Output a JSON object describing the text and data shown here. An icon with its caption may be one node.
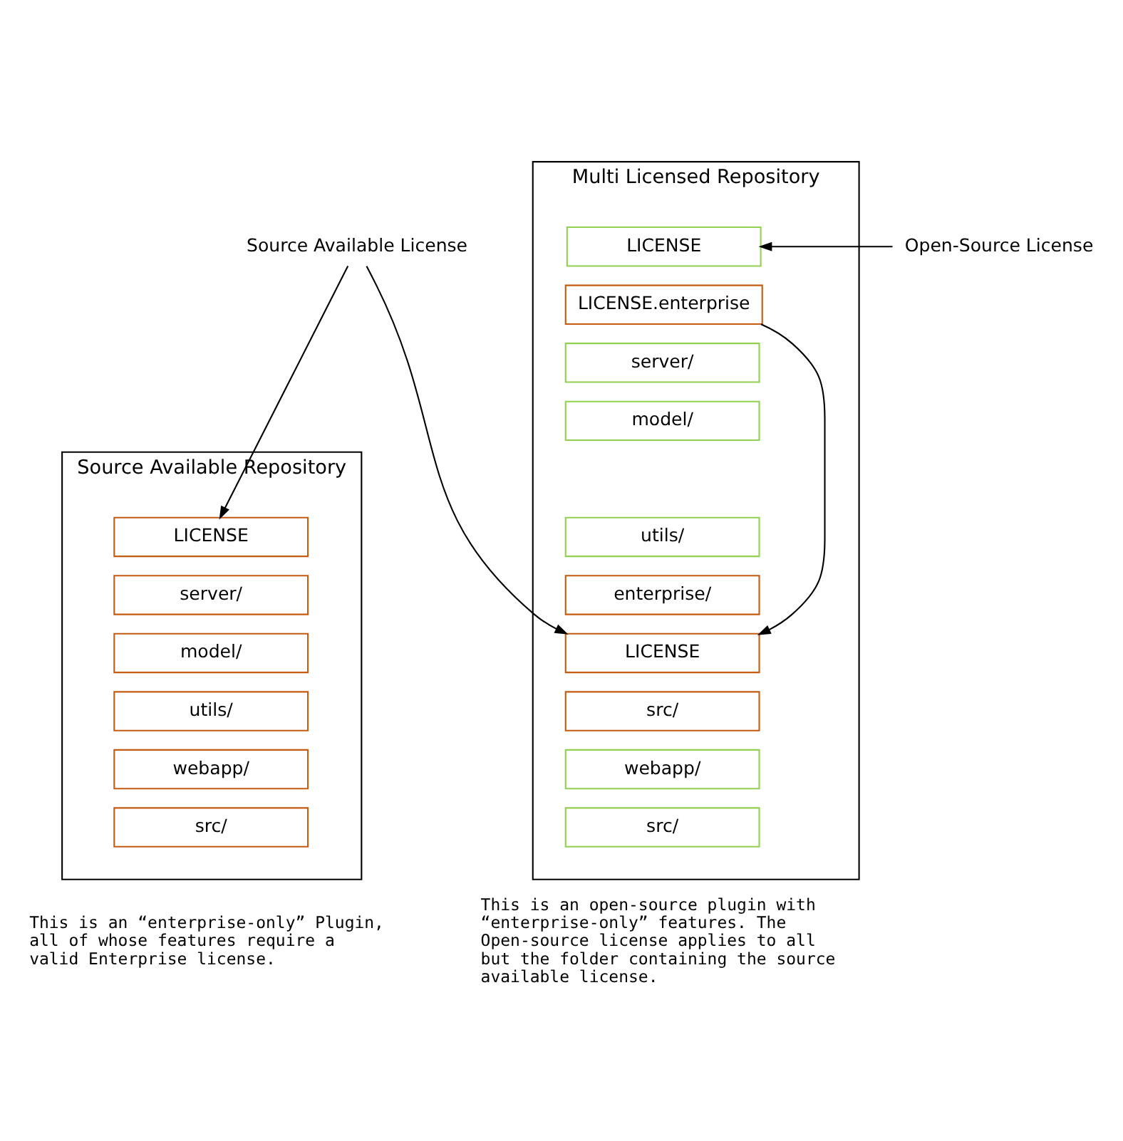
{
  "diagram": {
    "nodes": [
      {
        "text": [
          "Source Available Repository"
        ]
      },
      {
        "text": [
          "LICENSE"
        ],
        "in": 0
      },
      {
        "text": [
          "server/"
        ],
        "in": 0
      },
      {
        "text": [
          "model/"
        ],
        "in": 0
      },
      {
        "text": [
          "utils/"
        ],
        "in": 0
      },
      {
        "text": [
          "webapp/"
        ],
        "in": 0
      },
      {
        "text": [
          "src/"
        ],
        "in": 0
      },
      {
        "text": [
          "Multi Licensed Repository"
        ]
      },
      {
        "text": [
          "LICENSE"
        ],
        "in": 7
      },
      {
        "text": [
          "LICENSE.enterprise"
        ],
        "in": 7
      },
      {
        "text": [
          "server/"
        ],
        "in": 7
      },
      {
        "text": [
          "model/"
        ],
        "in": 7
      },
      {
        "text": [
          "utils/"
        ],
        "in": 7
      },
      {
        "text": [
          "enterprise/"
        ],
        "in": 7
      },
      {
        "text": [
          "LICENSE"
        ],
        "in": 7
      },
      {
        "text": [
          "src/"
        ],
        "in": 7
      },
      {
        "text": [
          "webapp/"
        ],
        "in": 7
      },
      {
        "text": [
          "src/"
        ],
        "in": 7
      },
      {
        "text": [
          "Open-Source License"
        ]
      },
      {
        "text": [
          "Source Available License"
        ]
      }
    ],
    "edges": [
      {
        "from": 18,
        "to": 8,
        "arrow": "to"
      },
      {
        "from": 19,
        "to": 1,
        "arrow": "to"
      },
      {
        "from": 19,
        "to": 14,
        "arrow": "to"
      },
      {
        "from": 9,
        "to": 14,
        "arrow": "to"
      }
    ],
    "labels": [
      "This is an “enterprise-only” Plugin, all of whose features require a valid Enterprise license.",
      "This is an open-source plugin with “enterprise-only” features. The Open-source license applies to all but the folder containing the source available license."
    ]
  }
}
